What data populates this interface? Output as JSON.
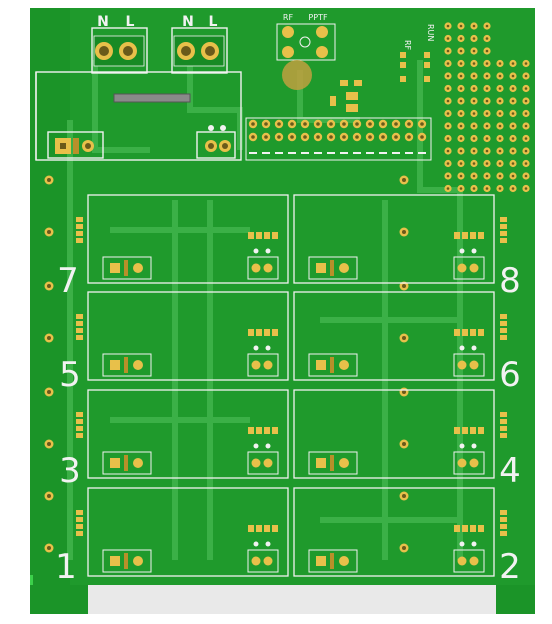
{
  "board": {
    "colors": {
      "board": "#1f9a2c",
      "board_dark": "#178a24",
      "trace": "#3fb34a",
      "silk": "#f2f2f2",
      "pad": "#e8c04a",
      "pad_dark": "#b8902a",
      "hole": "#6a5a1a",
      "window": "#e9e9e9"
    },
    "terminal_labels": [
      {
        "id": "t1-n",
        "text": "N"
      },
      {
        "id": "t1-l",
        "text": "L"
      },
      {
        "id": "t2-n",
        "text": "N"
      },
      {
        "id": "t2-l",
        "text": "L"
      }
    ],
    "header_labels": {
      "rf": "RF",
      "pptf": "PPTF",
      "vertical_1": "RF",
      "vertical_2": "RUN"
    },
    "channels": [
      {
        "number": "7"
      },
      {
        "number": "8"
      },
      {
        "number": "5"
      },
      {
        "number": "6"
      },
      {
        "number": "3"
      },
      {
        "number": "4"
      },
      {
        "number": "1"
      },
      {
        "number": "2"
      }
    ]
  }
}
